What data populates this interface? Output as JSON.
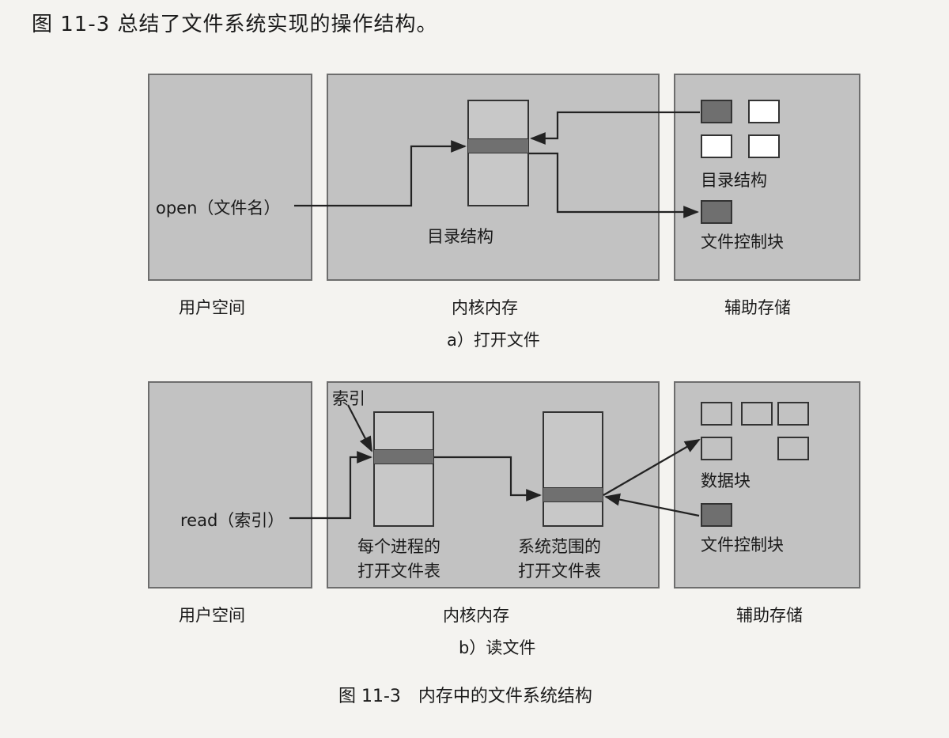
{
  "intro_text": "图 11-3 总结了文件系统实现的操作结构。",
  "diagram_a": {
    "user_space_label": "用户空间",
    "kernel_memory_label": "内核内存",
    "secondary_storage_label": "辅助存储",
    "open_call": "open（文件名）",
    "kernel_dir_label": "目录结构",
    "storage_dir_label": "目录结构",
    "storage_fcb_label": "文件控制块",
    "caption": "a）打开文件"
  },
  "diagram_b": {
    "user_space_label": "用户空间",
    "kernel_memory_label": "内核内存",
    "secondary_storage_label": "辅助存储",
    "read_call": "read（索引）",
    "index_label": "索引",
    "per_process_table_line1": "每个进程的",
    "per_process_table_line2": "打开文件表",
    "system_table_line1": "系统范围的",
    "system_table_line2": "打开文件表",
    "data_blocks_label": "数据块",
    "storage_fcb_label": "文件控制块",
    "caption": "b）读文件"
  },
  "figure_caption": "图 11-3　内存中的文件系统结构",
  "colors": {
    "panel_fill": "#c2c2c2",
    "highlight_fill": "#707070",
    "line": "#333333"
  }
}
